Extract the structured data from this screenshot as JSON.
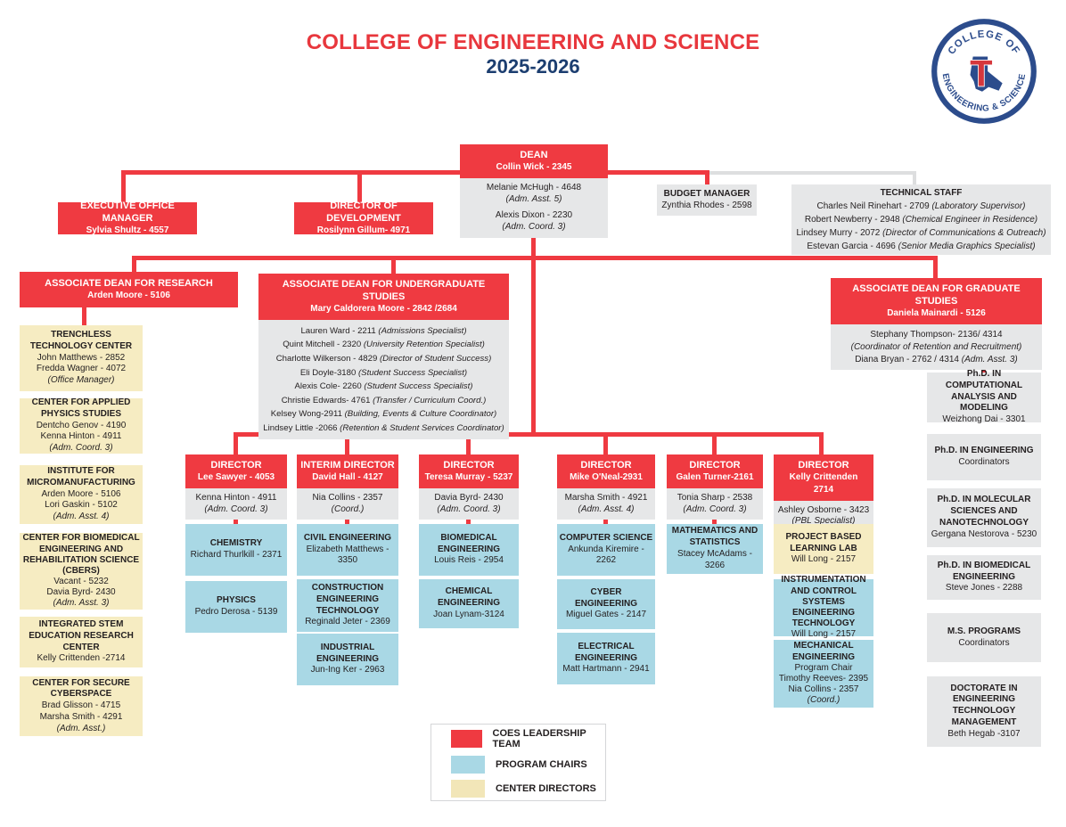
{
  "title": "COLLEGE OF ENGINEERING AND SCIENCE",
  "subtitle": "2025-2026",
  "colors": {
    "red": "#EF3A41",
    "navy": "#1C3E70",
    "titlered": "#E8373D",
    "gray": "#E6E7E8",
    "blue": "#A9D8E5",
    "yellow": "#F6ECC2",
    "linegray": "#DDDEDF",
    "text": "#231F20"
  },
  "logo": {
    "top": "COLLEGE OF",
    "bottom": "ENGINEERING & SCIENCE",
    "monogram": "T"
  },
  "legend": {
    "items": [
      {
        "label": "COES LEADERSHIP TEAM",
        "color": "#EF3A41"
      },
      {
        "label": "PROGRAM CHAIRS",
        "color": "#A9D8E5"
      },
      {
        "label": "CENTER DIRECTORS",
        "color": "#F2E6B8"
      }
    ]
  },
  "boxes": {
    "dean": {
      "head": [
        "DEAN",
        "Collin Wick - 2345"
      ],
      "rows": [
        {
          "t": "Melanie McHugh - 4648"
        },
        {
          "r": "(Adm. Asst. 5)"
        },
        {
          "t": "Alexis Dixon - 2230",
          "gap": true
        },
        {
          "r": "(Adm. Coord. 3)"
        }
      ]
    },
    "budget": {
      "rows": [
        {
          "b": "BUDGET MANAGER"
        },
        {
          "t": "Zynthia Rhodes - 2598"
        }
      ]
    },
    "tech": {
      "rows": [
        {
          "b": "TECHNICAL STAFF"
        },
        {
          "t": "Charles Neil Rinehart - 2709  ",
          "r": "(Laboratory Supervisor)"
        },
        {
          "t": "Robert Newberry - 2948 ",
          "r": "(Chemical Engineer in Residence)"
        },
        {
          "t": "Lindsey Murry - 2072 ",
          "r": "(Director of Communications & Outreach)"
        },
        {
          "t": "Estevan Garcia - 4696 ",
          "r": "(Senior Media Graphics Specialist)"
        }
      ]
    },
    "exec": {
      "head": [
        "EXECUTIVE OFFICE MANAGER",
        "Sylvia Shultz - 4557"
      ]
    },
    "dev": {
      "head": [
        "DIRECTOR OF DEVELOPMENT",
        "Rosilynn Gillum- 4971"
      ]
    },
    "research": {
      "head": [
        "ASSOCIATE DEAN FOR RESEARCH",
        "Arden Moore - 5106"
      ]
    },
    "undergrad": {
      "head": [
        "ASSOCIATE DEAN FOR UNDERGRADUATE STUDIES",
        "Mary Caldorera Moore - 2842 /2684"
      ],
      "rows": [
        {
          "t": "Lauren Ward - 2211  ",
          "r": "(Admissions Specialist)"
        },
        {
          "t": "Quint Mitchell - 2320  ",
          "r": "(University Retention Specialist)"
        },
        {
          "t": "Charlotte Wilkerson - 4829 ",
          "r": "(Director of Student Success)"
        },
        {
          "t": "Eli Doyle-3180 ",
          "r": "(Student Success Specialist)"
        },
        {
          "t": "Alexis Cole- 2260 ",
          "r": "(Student Success Specialist)"
        },
        {
          "t": "Christie Edwards- 4761 ",
          "r": "(Transfer / Curriculum Coord.)"
        },
        {
          "t": "Kelsey Wong-2911 ",
          "r": "(Building, Events & Culture Coordinator)"
        },
        {
          "t": "Lindsey Little -2066 ",
          "r": "(Retention & Student Services Coordinator)"
        }
      ]
    },
    "grad": {
      "head": [
        "ASSOCIATE DEAN FOR GRADUATE STUDIES",
        "Daniela Mainardi - 5126"
      ],
      "rows": [
        {
          "t": "Stephany Thompson- 2136/ 4314"
        },
        {
          "r": "(Coordinator of Retention and Recruitment)"
        },
        {
          "t": "Diana Bryan - 2762 / 4314 ",
          "r": "(Adm. Asst. 3)"
        }
      ]
    },
    "ttc": {
      "rows": [
        {
          "b": "TRENCHLESS TECHNOLOGY CENTER"
        },
        {
          "t": "John Matthews - 2852"
        },
        {
          "t": "Fredda Wagner - 4072"
        },
        {
          "r": "(Office Manager)"
        }
      ]
    },
    "caps": {
      "rows": [
        {
          "b": "CENTER FOR APPLIED PHYSICS STUDIES"
        },
        {
          "t": "Dentcho Genov - 4190"
        },
        {
          "t": "Kenna Hinton - 4911"
        },
        {
          "r": "(Adm. Coord. 3)"
        }
      ]
    },
    "ifm": {
      "rows": [
        {
          "b": "INSTITUTE FOR MICROMANUFACTURING"
        },
        {
          "t": "Arden Moore - 5106"
        },
        {
          "t": "Lori Gaskin - 5102"
        },
        {
          "r": "(Adm. Asst. 4)"
        }
      ]
    },
    "cbers": {
      "rows": [
        {
          "b": "CENTER FOR BIOMEDICAL ENGINEERING AND REHABILITATION SCIENCE (CBERS)"
        },
        {
          "t": "Vacant - 5232"
        },
        {
          "t": "Davia Byrd- 2430"
        },
        {
          "r": "(Adm. Asst. 3)"
        }
      ]
    },
    "stem": {
      "rows": [
        {
          "b": "INTEGRATED STEM EDUCATION RESEARCH CENTER"
        },
        {
          "t": "Kelly Crittenden -2714"
        }
      ]
    },
    "cyb": {
      "rows": [
        {
          "b": "CENTER FOR SECURE CYBERSPACE"
        },
        {
          "t": "Brad Glisson - 4715"
        },
        {
          "t": "Marsha Smith - 4291"
        },
        {
          "r": "(Adm. Asst.)"
        }
      ]
    },
    "phd_cam": {
      "rows": [
        {
          "b": "Ph.D. IN COMPUTATIONAL ANALYSIS AND MODELING"
        },
        {
          "t": "Weizhong Dai - 3301"
        }
      ]
    },
    "phd_eng": {
      "rows": [
        {
          "b": "Ph.D. IN ENGINEERING"
        },
        {
          "t": "Coordinators"
        }
      ]
    },
    "phd_msnt": {
      "rows": [
        {
          "b": "Ph.D. IN MOLECULAR SCIENCES AND NANOTECHNOLOGY"
        },
        {
          "t": "Gergana Nestorova - 5230"
        }
      ]
    },
    "phd_bme": {
      "rows": [
        {
          "b": "Ph.D. IN BIOMEDICAL ENGINEERING"
        },
        {
          "t": "Steve Jones - 2288"
        }
      ]
    },
    "ms": {
      "rows": [
        {
          "b": "M.S. PROGRAMS"
        },
        {
          "t": "Coordinators"
        }
      ]
    },
    "detm": {
      "rows": [
        {
          "b": "DOCTORATE IN ENGINEERING TECHNOLOGY MANAGEMENT"
        },
        {
          "t": "Beth Hegab -3107"
        }
      ]
    },
    "dir1": {
      "head": [
        "DIRECTOR",
        "Lee Sawyer - 4053"
      ],
      "rows": [
        {
          "t": "Kenna Hinton - 4911"
        },
        {
          "r": "(Adm. Coord. 3)"
        }
      ]
    },
    "dir2": {
      "head": [
        "INTERIM DIRECTOR",
        "David Hall - 4127"
      ],
      "rows": [
        {
          "t": "Nia Collins - 2357"
        },
        {
          "r": "(Coord.)"
        }
      ]
    },
    "dir3": {
      "head": [
        "DIRECTOR",
        "Teresa Murray - 5237"
      ],
      "rows": [
        {
          "t": "Davia Byrd- 2430"
        },
        {
          "r": "(Adm. Coord. 3)"
        }
      ]
    },
    "dir4": {
      "head": [
        "DIRECTOR",
        "Mike O'Neal-2931"
      ],
      "rows": [
        {
          "t": "Marsha Smith - 4921"
        },
        {
          "r": "(Adm. Asst. 4)"
        }
      ]
    },
    "dir5": {
      "head": [
        "DIRECTOR",
        "Galen Turner-2161"
      ],
      "rows": [
        {
          "t": "Tonia Sharp - 2538"
        },
        {
          "r": "(Adm. Coord. 3)"
        }
      ]
    },
    "dir6": {
      "head": [
        "DIRECTOR",
        "Kelly Crittenden",
        "2714"
      ],
      "rows": [
        {
          "t": "Ashley Osborne - 3423"
        },
        {
          "r": "(PBL Specialist)"
        }
      ]
    },
    "chem": {
      "rows": [
        {
          "b": "CHEMISTRY"
        },
        {
          "t": "Richard Thurlkill - 2371"
        }
      ]
    },
    "phys": {
      "rows": [
        {
          "b": "PHYSICS"
        },
        {
          "t": "Pedro Derosa - 5139"
        }
      ]
    },
    "civil": {
      "rows": [
        {
          "b": "CIVIL ENGINEERING"
        },
        {
          "t": "Elizabeth Matthews - 3350"
        }
      ]
    },
    "cet": {
      "rows": [
        {
          "b": "CONSTRUCTION ENGINEERING TECHNOLOGY"
        },
        {
          "t": "Reginald Jeter - 2369"
        }
      ]
    },
    "ie": {
      "rows": [
        {
          "b": "INDUSTRIAL ENGINEERING"
        },
        {
          "t": "Jun-Ing Ker - 2963"
        }
      ]
    },
    "bme": {
      "rows": [
        {
          "b": "BIOMEDICAL ENGINEERING"
        },
        {
          "t": "Louis Reis - 2954"
        }
      ]
    },
    "che": {
      "rows": [
        {
          "b": "CHEMICAL ENGINEERING"
        },
        {
          "t": "Joan Lynam-3124"
        }
      ]
    },
    "cs": {
      "rows": [
        {
          "b": "COMPUTER SCIENCE"
        },
        {
          "t": "Ankunda Kiremire - 2262"
        }
      ]
    },
    "cye": {
      "rows": [
        {
          "b": "CYBER ENGINEERING"
        },
        {
          "t": "Miguel Gates - 2147"
        }
      ]
    },
    "ee": {
      "rows": [
        {
          "b": "ELECTRICAL ENGINEERING"
        },
        {
          "t": "Matt Hartmann - 2941"
        }
      ]
    },
    "math": {
      "rows": [
        {
          "b": "MATHEMATICS AND STATISTICS"
        },
        {
          "t": "Stacey McAdams - 3266"
        }
      ]
    },
    "pbl": {
      "rows": [
        {
          "b": "PROJECT BASED LEARNING LAB"
        },
        {
          "t": "Will Long - 2157"
        }
      ]
    },
    "icset": {
      "rows": [
        {
          "b": "INSTRUMENTATION AND CONTROL SYSTEMS ENGINEERING TECHNOLOGY"
        },
        {
          "t": "Will Long - 2157"
        }
      ]
    },
    "me": {
      "rows": [
        {
          "b": "MECHANICAL ENGINEERING"
        },
        {
          "t": "Program Chair"
        },
        {
          "t": "Timothy Reeves- 2395"
        },
        {
          "t": "Nia Collins - 2357"
        },
        {
          "r": "(Coord.)"
        }
      ]
    }
  }
}
